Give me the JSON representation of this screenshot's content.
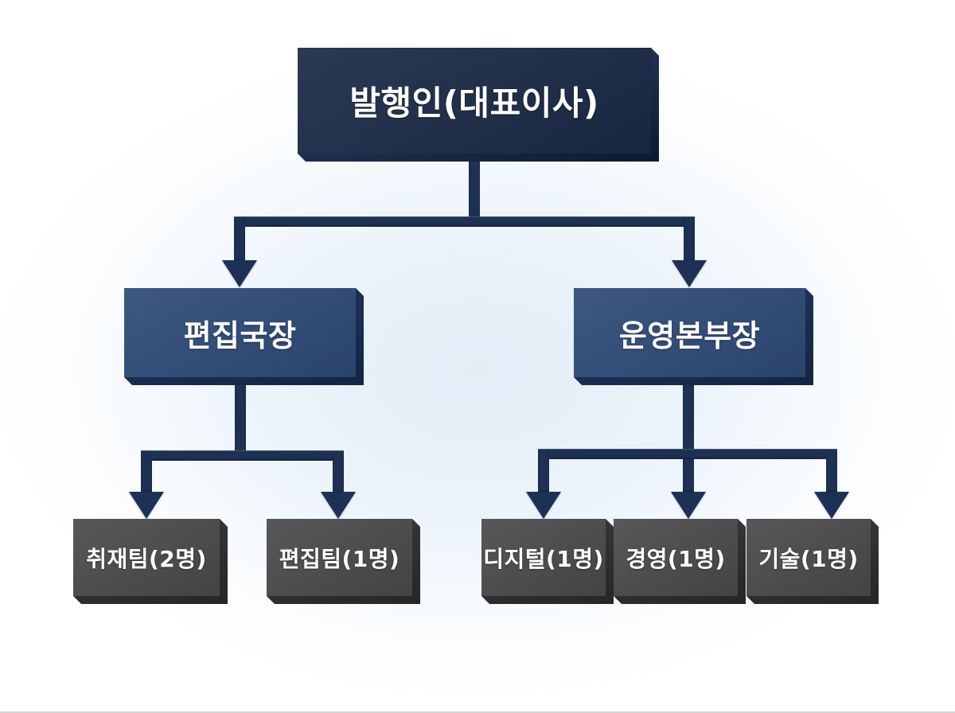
{
  "org": {
    "root": {
      "id": "publisher",
      "label": "발행인(대표이사)",
      "children": [
        {
          "id": "editor-in-chief",
          "label": "편집국장",
          "children": [
            {
              "id": "reporting-team",
              "label": "취재팀(2명)"
            },
            {
              "id": "editing-team",
              "label": "편집팀(1명)"
            }
          ]
        },
        {
          "id": "operations-hq-head",
          "label": "운영본부장",
          "children": [
            {
              "id": "digital-team",
              "label": "디지털(1명)"
            },
            {
              "id": "management-team",
              "label": "경영(1명)"
            },
            {
              "id": "technology-team",
              "label": "기술(1명)"
            }
          ]
        }
      ]
    }
  },
  "colors": {
    "c_conn": "#1d3154",
    "c_root": "#1b2a47",
    "c_dept": "#2e4b79",
    "c_team": "#4b4b4d",
    "c_label": "#ffffff",
    "c_bg_tint": "#e3edf7"
  }
}
